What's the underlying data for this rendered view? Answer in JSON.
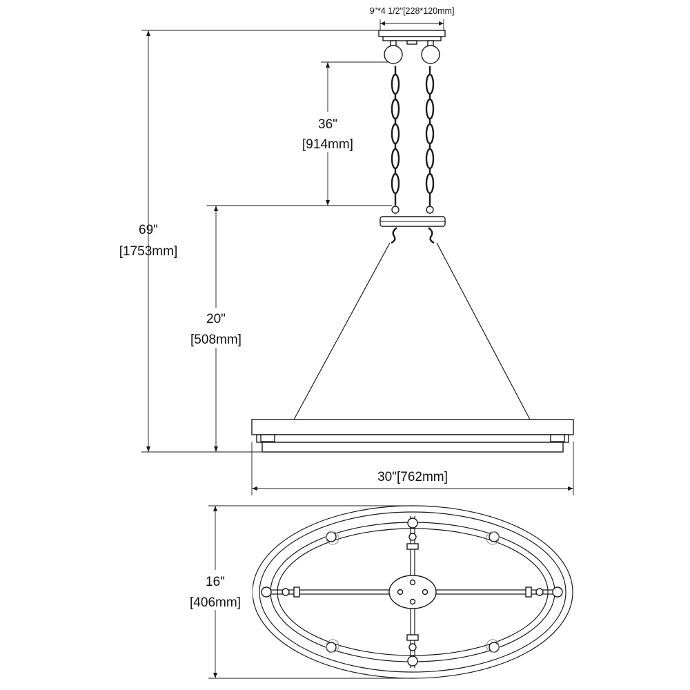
{
  "diagram": {
    "canopy_dimension": "9\"*4 1/2\"[228*120mm]",
    "chain_length": {
      "imperial": "36\"",
      "metric": "[914mm]"
    },
    "overall_height": {
      "imperial": "69\"",
      "metric": "[1753mm]"
    },
    "rod_height": {
      "imperial": "20\"",
      "metric": "[508mm]"
    },
    "width": "30\"[762mm]",
    "depth": {
      "imperial": "16\"",
      "metric": "[406mm]"
    }
  }
}
